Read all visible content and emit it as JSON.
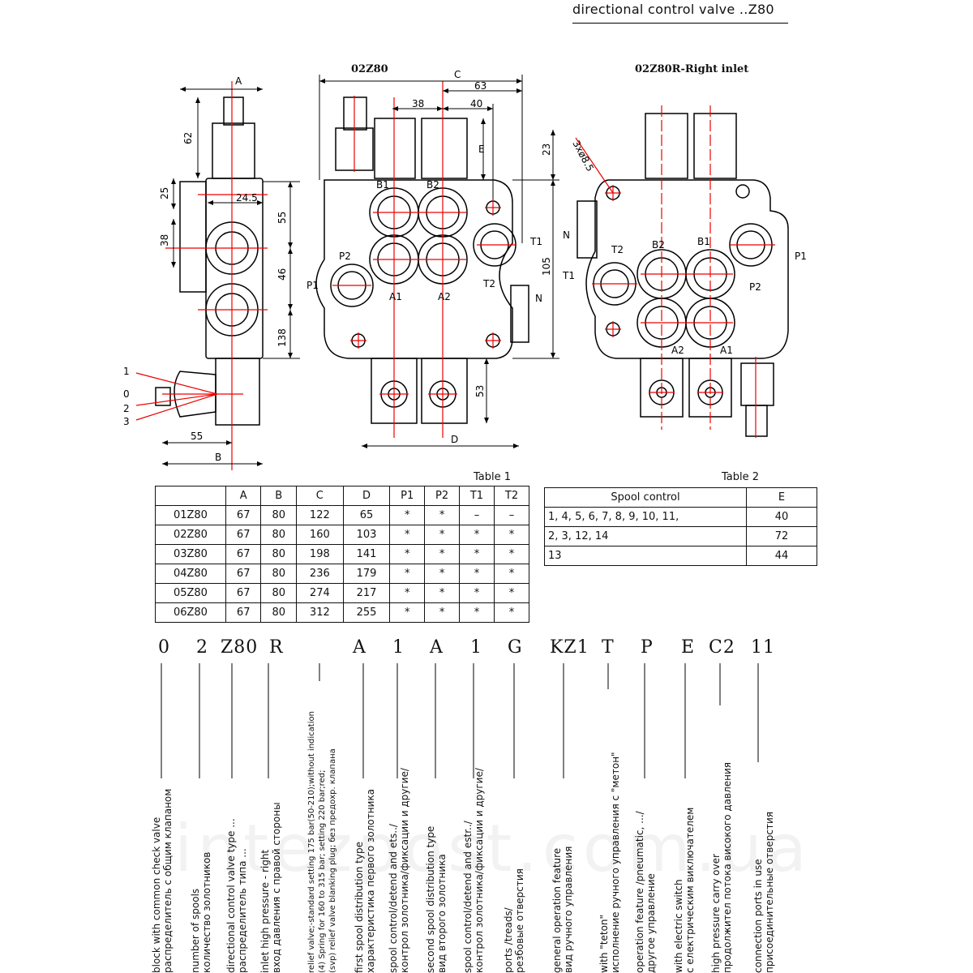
{
  "header": {
    "title": "directional control valve ..Z80"
  },
  "views": {
    "center_title": "02Z80",
    "right_title": "02Z80R-Right inlet"
  },
  "dims": {
    "A": "A",
    "B": "B",
    "C": "C",
    "D": "D",
    "E": "E",
    "d62": "62",
    "d25": "25",
    "d38l": "38",
    "d245": "24.5",
    "d55": "55",
    "d46": "46",
    "d138": "138",
    "d55b": "55",
    "d63": "63",
    "d38": "38",
    "d40": "40",
    "d23": "23",
    "d105": "105",
    "d53": "53",
    "holes": "3xø8.5"
  },
  "ports": {
    "B1": "B1",
    "B2": "B2",
    "P1": "P1",
    "P2": "P2",
    "T1": "T1",
    "T2": "T2",
    "A1": "A1",
    "A2": "A2",
    "N": "N"
  },
  "side_labels": [
    "1",
    "0",
    "2",
    "3"
  ],
  "table1": {
    "caption": "Table 1",
    "headers": [
      "",
      "A",
      "B",
      "C",
      "D",
      "P1",
      "P2",
      "T1",
      "T2"
    ],
    "rows": [
      [
        "01Z80",
        "67",
        "80",
        "122",
        "65",
        "*",
        "*",
        "–",
        "–"
      ],
      [
        "02Z80",
        "67",
        "80",
        "160",
        "103",
        "*",
        "*",
        "*",
        "*"
      ],
      [
        "03Z80",
        "67",
        "80",
        "198",
        "141",
        "*",
        "*",
        "*",
        "*"
      ],
      [
        "04Z80",
        "67",
        "80",
        "236",
        "179",
        "*",
        "*",
        "*",
        "*"
      ],
      [
        "05Z80",
        "67",
        "80",
        "274",
        "217",
        "*",
        "*",
        "*",
        "*"
      ],
      [
        "06Z80",
        "67",
        "80",
        "312",
        "255",
        "*",
        "*",
        "*",
        "*"
      ]
    ]
  },
  "table2": {
    "caption": "Table 2",
    "headers": [
      "Spool control",
      "E"
    ],
    "rows": [
      [
        "1, 4, 5, 6, 7, 8, 9, 10, 11,",
        "40"
      ],
      [
        "2, 3, 12, 14",
        "72"
      ],
      [
        "13",
        "44"
      ]
    ]
  },
  "code": [
    "0",
    "2",
    "Z80",
    "R",
    "A",
    "1",
    "A",
    "1",
    "G",
    "KZ1",
    "T",
    "P",
    "E",
    "C2",
    "11"
  ],
  "descriptions": [
    {
      "en": "block with common check valve",
      "ru": "распределитель с общим клапаном"
    },
    {
      "en": "number of spools",
      "ru": "количество золотников"
    },
    {
      "en": "directional control valve type ...",
      "ru": "распределитель типа ..."
    },
    {
      "en": "inlet high pressure - right",
      "ru": "вход давления с правой стороны"
    },
    {
      "en": "relief valve;-standard setting 175 bar(50-210);without indication",
      "ru": "(4) Spring for 160 to 315 bar; setting 220 bar;red;",
      "ru2": "(svp) relief valve blanking plug; без предохр. клапана"
    },
    {
      "en": "first spool distribution type",
      "ru": "характеристика первого золотника"
    },
    {
      "en": "spool control/detend and ets../",
      "ru": "контрол золотника/фиксации и другие/"
    },
    {
      "en": "second spool distribution type",
      "ru": "вид второго золотника"
    },
    {
      "en": "spool control/detend and estr../",
      "ru": "контрол золотника/фиксации и другие/"
    },
    {
      "en": "ports /treads/",
      "ru": "резбовые отверстия"
    },
    {
      "en": "general operation feature",
      "ru": "вид ручного управления"
    },
    {
      "en": "with \"teton\"",
      "ru": "исполнение ручного управления с \"метон\""
    },
    {
      "en": "operation feature /pneumatic, .../",
      "ru": "другое управление"
    },
    {
      "en": "with electric switch",
      "ru": "с електрическим виключателем"
    },
    {
      "en": "high pressure carry over",
      "ru": "продолжител потока високого давления"
    },
    {
      "en": "connection ports in use",
      "ru": "присоединительные отверстия"
    }
  ],
  "watermark": "intezpost.com.ua"
}
